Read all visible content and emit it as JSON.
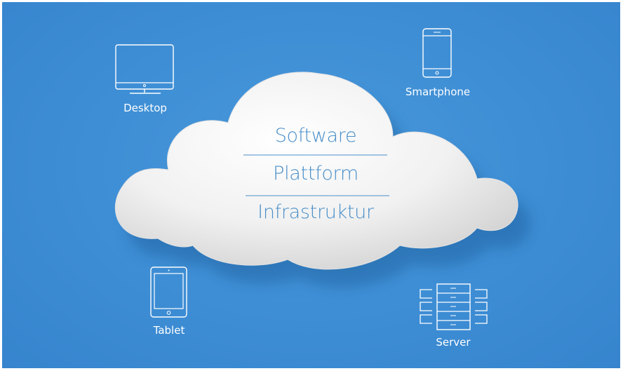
{
  "cloud": {
    "layers": [
      "Software",
      "Plattform",
      "Infrastruktur"
    ]
  },
  "devices": {
    "desktop": {
      "label": "Desktop",
      "icon": "desktop-monitor-icon"
    },
    "smartphone": {
      "label": "Smartphone",
      "icon": "smartphone-icon"
    },
    "tablet": {
      "label": "Tablet",
      "icon": "tablet-icon"
    },
    "server": {
      "label": "Server",
      "icon": "server-rack-icon"
    }
  },
  "colors": {
    "background": "#3f8fd6",
    "cloud": "#f2f2f2",
    "cloud_text": "#4a8fc9",
    "icon_line": "#ffffff"
  }
}
